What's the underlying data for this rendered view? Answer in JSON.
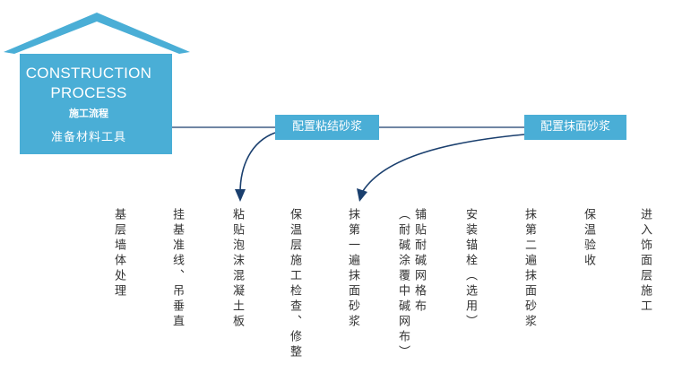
{
  "header": {
    "title_en_line1": "CONSTRUCTION",
    "title_en_line2": "PROCESS",
    "title_cn": "施工流程",
    "first_step": "准备材料工具"
  },
  "branches": {
    "bond_mortar": "配置粘结砂浆",
    "finish_mortar": "配置抹面砂浆"
  },
  "steps": [
    [
      "基层墙体处理"
    ],
    [
      "挂基准线、吊垂直"
    ],
    [
      "粘贴泡沫混凝土板"
    ],
    [
      "保温层施工检查、修整"
    ],
    [
      "抹第一遍抹面砂浆"
    ],
    [
      "铺贴耐碱网格布",
      "（耐碱涂覆中碱网布）"
    ],
    [
      "安装锚栓（选用）"
    ],
    [
      "抹第二遍抹面砂浆"
    ],
    [
      "保温验收"
    ],
    [
      "进入饰面层施工"
    ]
  ],
  "colors": {
    "house": "#4aaed6",
    "line": "#1a3f6e",
    "arrow": "#1a3f6e",
    "text": "#333333"
  }
}
